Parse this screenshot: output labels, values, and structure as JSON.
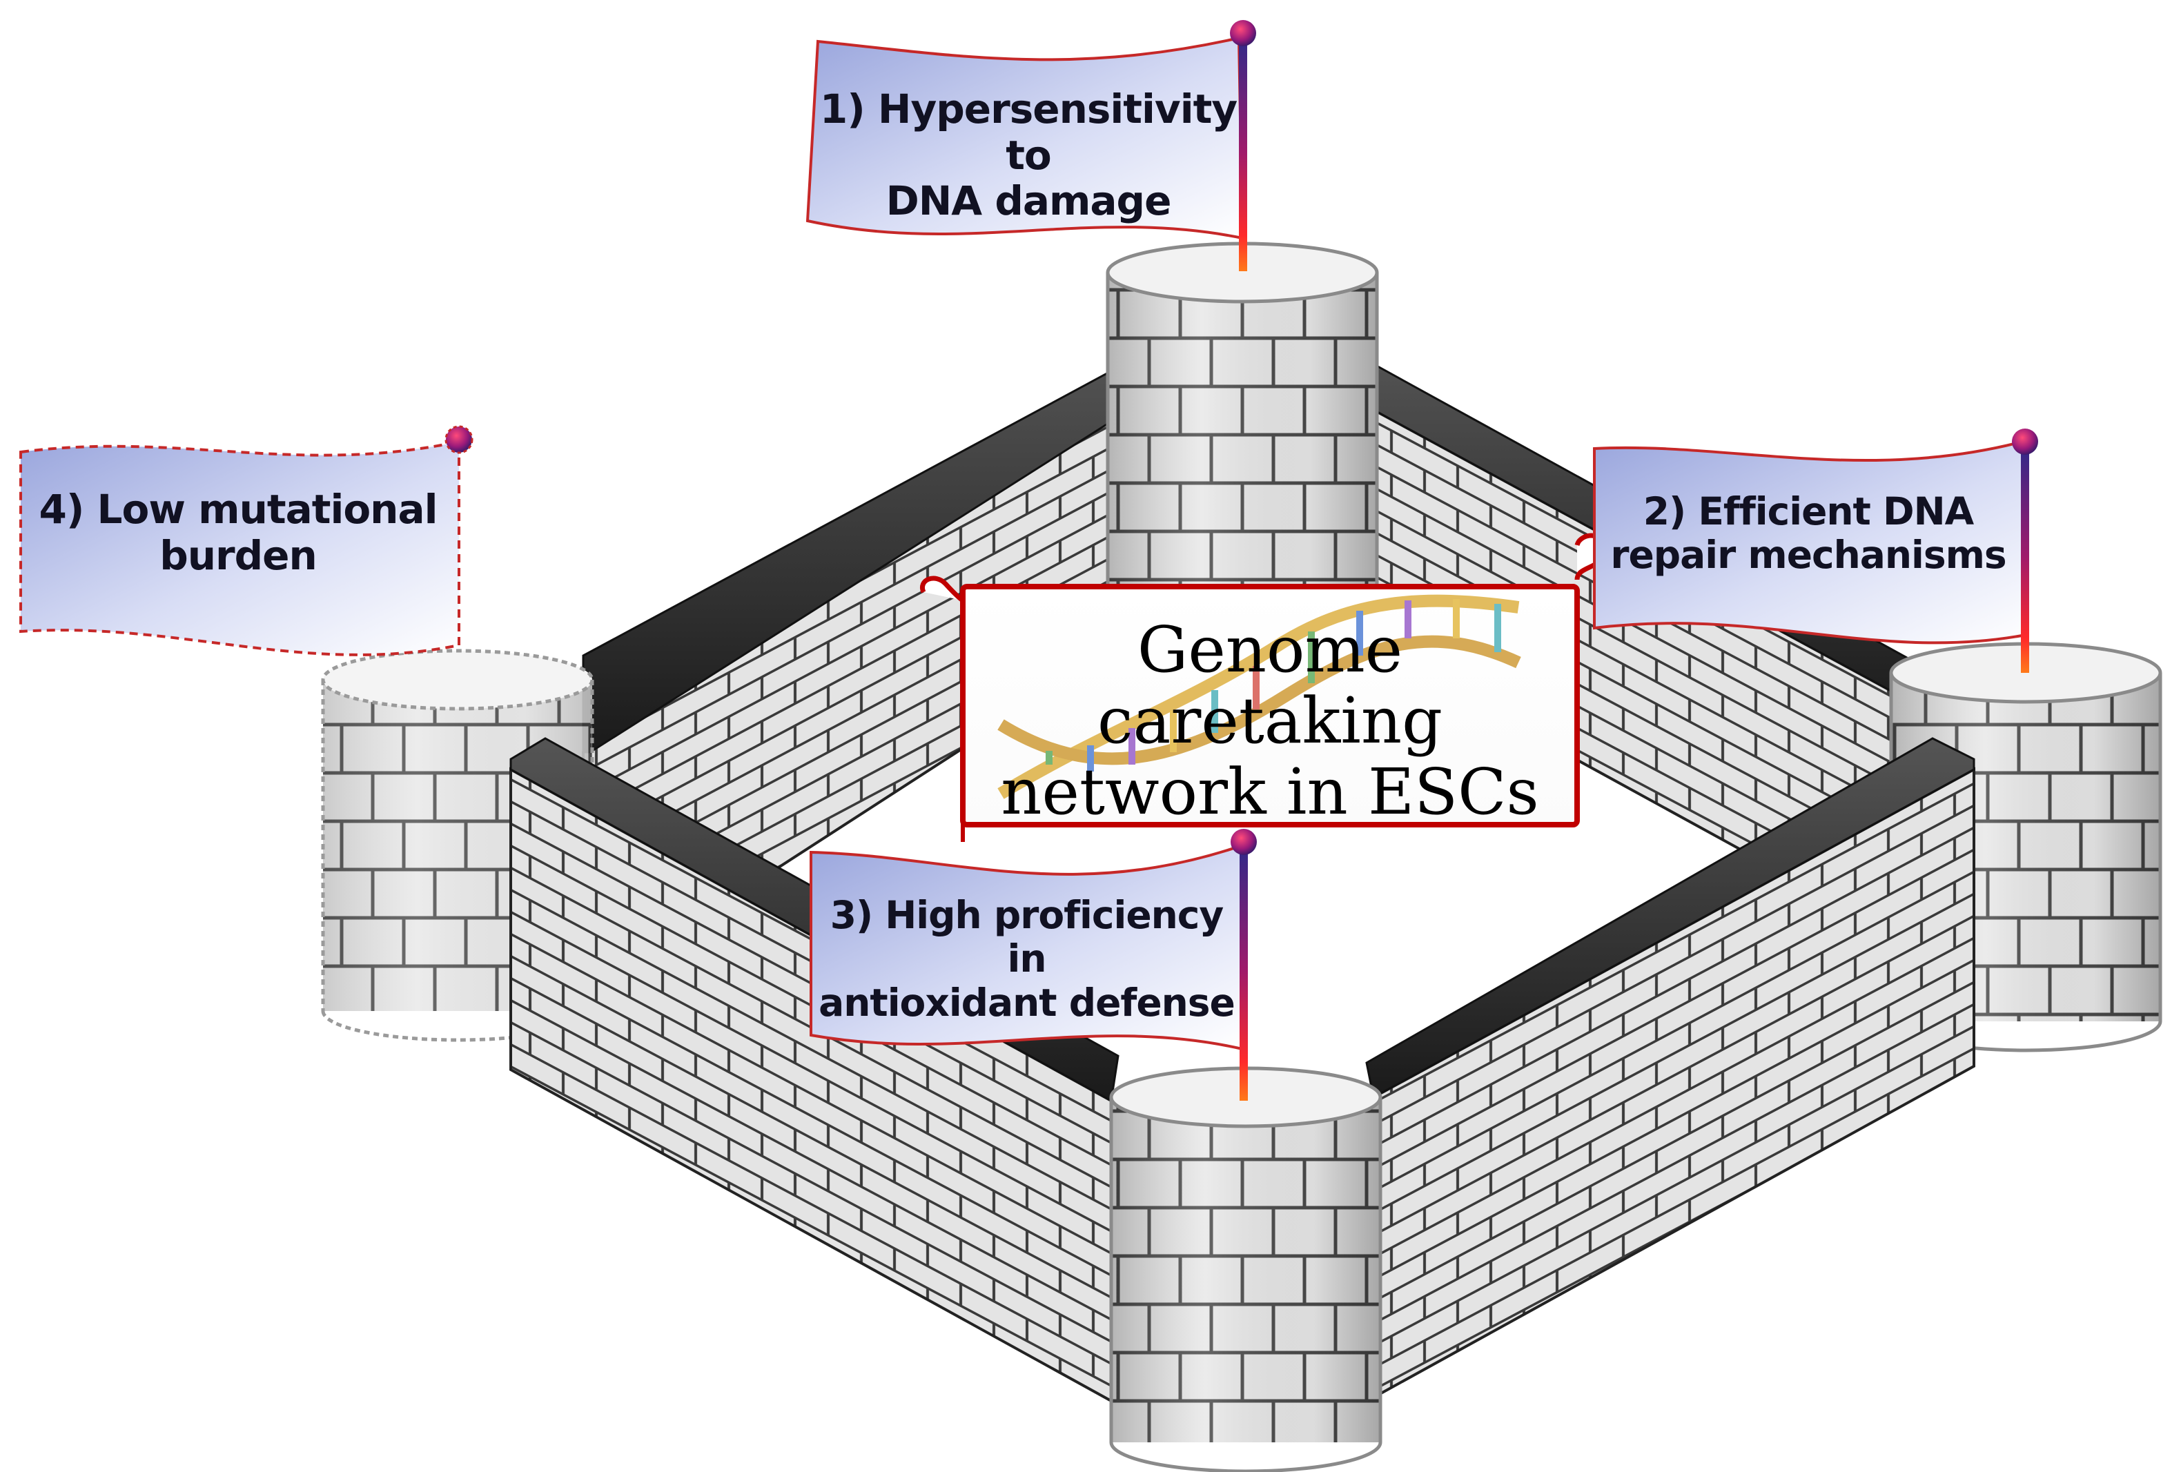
{
  "title": {
    "line1": "Genome caretaking",
    "line2": "network in ESCs"
  },
  "flags": [
    {
      "line1": "1) Hypersensitivity to",
      "line2": "DNA damage",
      "style": "solid"
    },
    {
      "line1": "2) Efficient DNA",
      "line2": "repair mechanisms",
      "style": "solid"
    },
    {
      "line1": "3) High proficiency in",
      "line2": "antioxidant defense",
      "style": "solid"
    },
    {
      "line1": "4) Low mutational",
      "line2": "burden",
      "style": "dashed"
    }
  ],
  "colors": {
    "flag_fill_light": "#ffffff",
    "flag_fill_dark": "#9aa6dd",
    "flag_border": "#c62828",
    "pole_top": "#2c2a8a",
    "pole_bottom": "#ff6a1a",
    "wall_cap": "#2a2a2a",
    "brick_fill": "#e9e9e9",
    "mortar": "#3a3a3a",
    "banner_border": "#c00000"
  }
}
